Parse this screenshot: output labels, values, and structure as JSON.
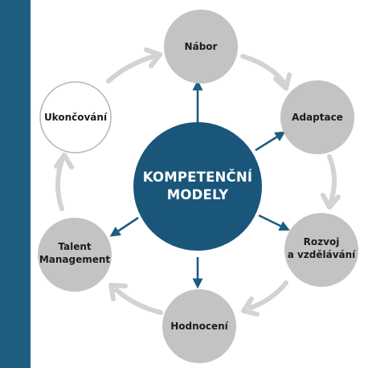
{
  "diagram": {
    "center": {
      "line1": "KOMPETENČNÍ",
      "line2": "MODELY"
    },
    "nodes": {
      "nabor": "Nábor",
      "adaptace": "Adaptace",
      "rozvoj_line1": "Rozvoj",
      "rozvoj_line2": "a vzdělávání",
      "hodnoceni": "Hodnocení",
      "talent_line1": "Talent",
      "talent_line2": "Management",
      "ukoncovani": "Ukončování"
    },
    "colors": {
      "side_bar": "#1d5d80",
      "center_circle": "#19567a",
      "node_fill": "#c3c3c3",
      "outlined_node_fill": "#ffffff",
      "outlined_node_stroke": "#b5b5b5",
      "cycle_arrow": "#d3d3d3",
      "spoke_arrow": "#1d5d80"
    }
  }
}
